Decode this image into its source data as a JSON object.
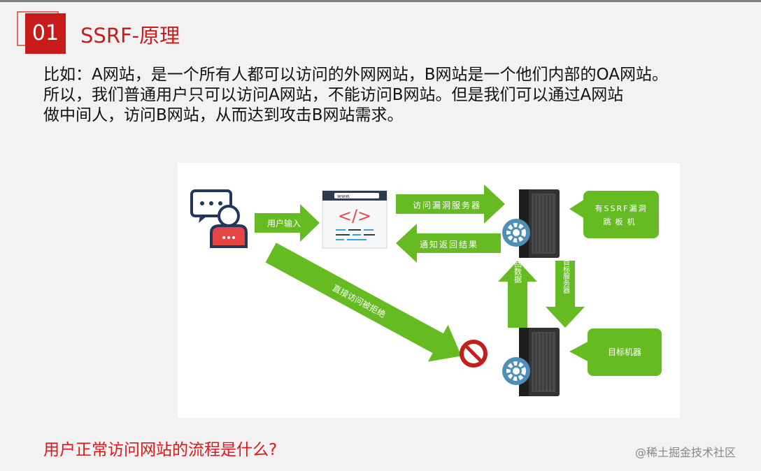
{
  "slide": {
    "number": "01",
    "title": "SSRF-原理",
    "paragraph_lines": [
      "比如：A网站，是一个所有人都可以访问的外网网站，B网站是一个他们内部的OA网站。",
      "所以，我们普通用户只可以访问A网站，不能访问B网站。但是我们可以通过A网站",
      "做中间人，访问B网站，从而达到攻击B网站需求。"
    ],
    "question": "用户正常访问网站的流程是什么?",
    "watermark": "@稀土掘金技术社区"
  },
  "diagram": {
    "browser_address": "www.",
    "code_symbol": "</>",
    "arrow_user_input": "用户输入",
    "arrow_access_vuln_server": "访问漏洞服务器",
    "arrow_notify_result": "通知返回结果",
    "arrow_direct_rejected": "直接访问被拒绝",
    "arrow_return_data": "返回数据",
    "arrow_access_target": "访问目标服务器",
    "box_ssrf_line1": "有SSRF漏洞",
    "box_ssrf_line2": "跳板机",
    "box_target": "目标机器",
    "colors": {
      "green": "#66bb22",
      "title_red": "#c81c1c",
      "question_red": "#e0161a"
    }
  }
}
